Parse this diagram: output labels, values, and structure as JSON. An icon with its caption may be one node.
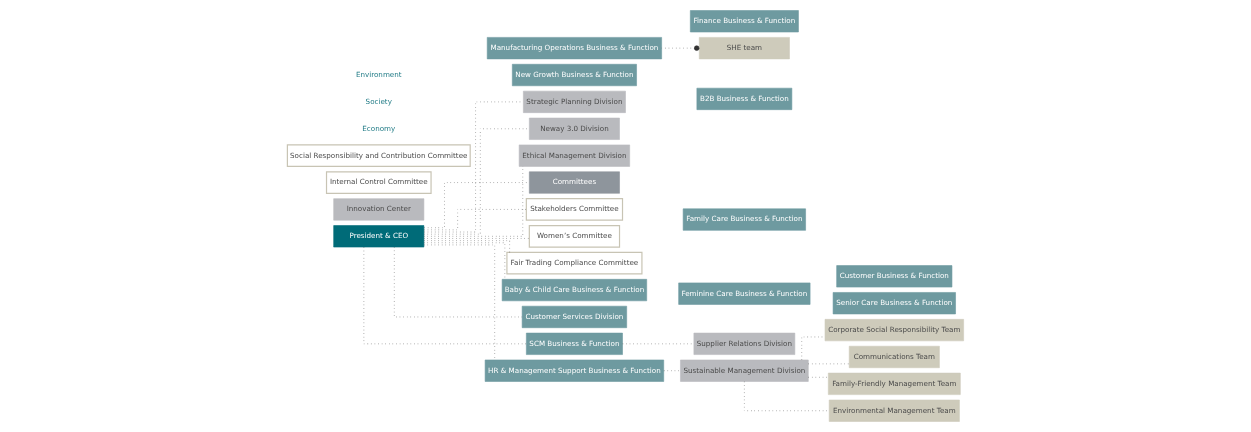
{
  "diagram": {
    "nodes": [
      {
        "text": [
          "President & CEO"
        ]
      },
      {
        "text": [
          "Strategic Planning Division"
        ]
      },
      {
        "text": [
          "Neway 3.0 Division"
        ]
      },
      {
        "text": [
          "Innovation Center"
        ]
      },
      {
        "text": [
          "Ethical Management Division"
        ]
      },
      {
        "text": [
          "Committees"
        ]
      },
      {
        "text": [
          "Stakeholders Committee"
        ]
      },
      {
        "text": [
          "Internal Control Committee"
        ]
      },
      {
        "text": [
          "Women’s Committee"
        ]
      },
      {
        "text": [
          "Social Responsibility and Contribution Committee"
        ]
      },
      {
        "text": [
          "Fair Trading Compliance Committee"
        ]
      },
      {
        "text": [
          "Baby & Child Care Business & Function"
        ]
      },
      {
        "text": [
          "Feminine Care Business & Function"
        ]
      },
      {
        "text": [
          "Senior Care Business & Function"
        ]
      },
      {
        "text": [
          "Family Care Business & Function"
        ]
      },
      {
        "text": [
          "New Growth Business & Function"
        ]
      },
      {
        "text": [
          "B2B Business & Function"
        ]
      },
      {
        "text": [
          "Customer Business & Function"
        ]
      },
      {
        "text": [
          "Manufacturing Operations Business & Function"
        ]
      },
      {
        "text": [
          "Finance Business & Function"
        ]
      },
      {
        "text": [
          "Customer Services Division"
        ]
      },
      {
        "text": [
          "SCM Business & Function"
        ]
      },
      {
        "text": [
          "Supplier Relations Division"
        ]
      },
      {
        "text": [
          "HR & Management Support Business & Function"
        ]
      },
      {
        "text": [
          "Sustainable Management Division"
        ]
      },
      {
        "text": [
          "Corporate Social Responsibility Team"
        ]
      },
      {
        "text": [
          "Communications Team"
        ]
      },
      {
        "text": [
          "Family-Friendly Management Team"
        ]
      },
      {
        "text": [
          "Environmental Management Team"
        ]
      },
      {
        "text": [
          "SHE team"
        ]
      }
    ],
    "edges": [
      {
        "from": 0,
        "to": 1,
        "arrow": "none"
      },
      {
        "from": 0,
        "to": 2,
        "arrow": "none"
      },
      {
        "from": 0,
        "to": 4,
        "arrow": "none"
      },
      {
        "from": 0,
        "to": 5,
        "arrow": "none"
      },
      {
        "from": 0,
        "to": 6,
        "arrow": "none"
      },
      {
        "from": 0,
        "to": 8,
        "arrow": "none"
      },
      {
        "from": 0,
        "to": 10,
        "arrow": "none"
      },
      {
        "from": 0,
        "to": 11,
        "arrow": "none"
      },
      {
        "from": 0,
        "to": 20,
        "arrow": "none"
      },
      {
        "from": 0,
        "to": 21,
        "arrow": "none"
      },
      {
        "from": 0,
        "to": 23,
        "arrow": "none"
      },
      {
        "from": 21,
        "to": 22,
        "arrow": "none"
      },
      {
        "from": 23,
        "to": 24,
        "arrow": "none"
      },
      {
        "from": 24,
        "to": 25,
        "arrow": "none"
      },
      {
        "from": 24,
        "to": 26,
        "arrow": "none"
      },
      {
        "from": 24,
        "to": 27,
        "arrow": "none"
      },
      {
        "from": 24,
        "to": 28,
        "arrow": "none"
      },
      {
        "from": 18,
        "to": 29,
        "arrow": "other"
      }
    ],
    "labels": [
      "Economy",
      "Society",
      "Environment"
    ]
  }
}
